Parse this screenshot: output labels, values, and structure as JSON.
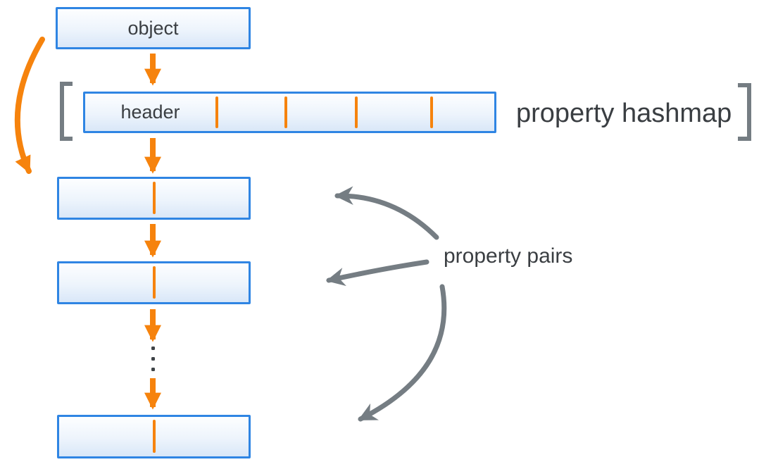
{
  "labels": {
    "object": "object",
    "header": "header",
    "property_hashmap": "property hashmap",
    "property_pairs": "property pairs"
  },
  "colors": {
    "orange": "#F6830D",
    "blue": "#2F85E3",
    "box_fill_top": "#FDFEFF",
    "box_fill_bottom": "#D9E7F8",
    "gray": "#757D83",
    "text": "#3A3E42",
    "background": "#FFFFFF"
  },
  "structure": {
    "hashmap_slots": 5,
    "property_pair_boxes": 3,
    "orange_flow_arrows": 5,
    "gray_pointer_arrows": 3
  },
  "icons": {
    "ellipsis": "vertical-ellipsis",
    "bracket_left": "square-bracket-left",
    "bracket_right": "square-bracket-right",
    "flow_arrows": "orange-down-arrow",
    "object_to_pairs": "orange-curved-arrow",
    "pairs_pointers": "gray-curved-arrow"
  }
}
